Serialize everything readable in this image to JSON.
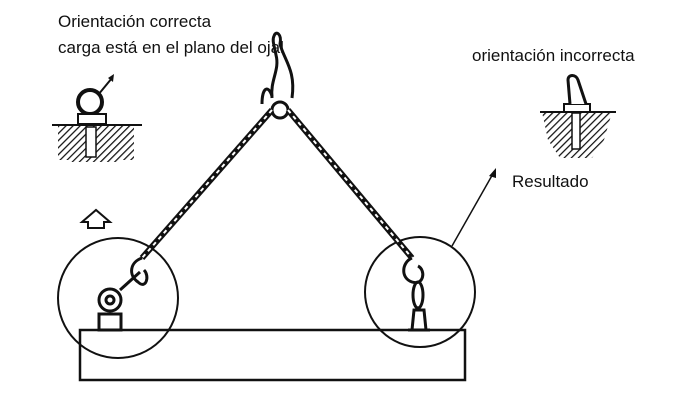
{
  "labels": {
    "correct_line1": "Orientación correcta",
    "correct_line2": "carga está en el plano del ojal",
    "incorrect": "orientación incorrecta",
    "result": "Resultado"
  },
  "colors": {
    "ink": "#111111",
    "background": "#ffffff"
  }
}
